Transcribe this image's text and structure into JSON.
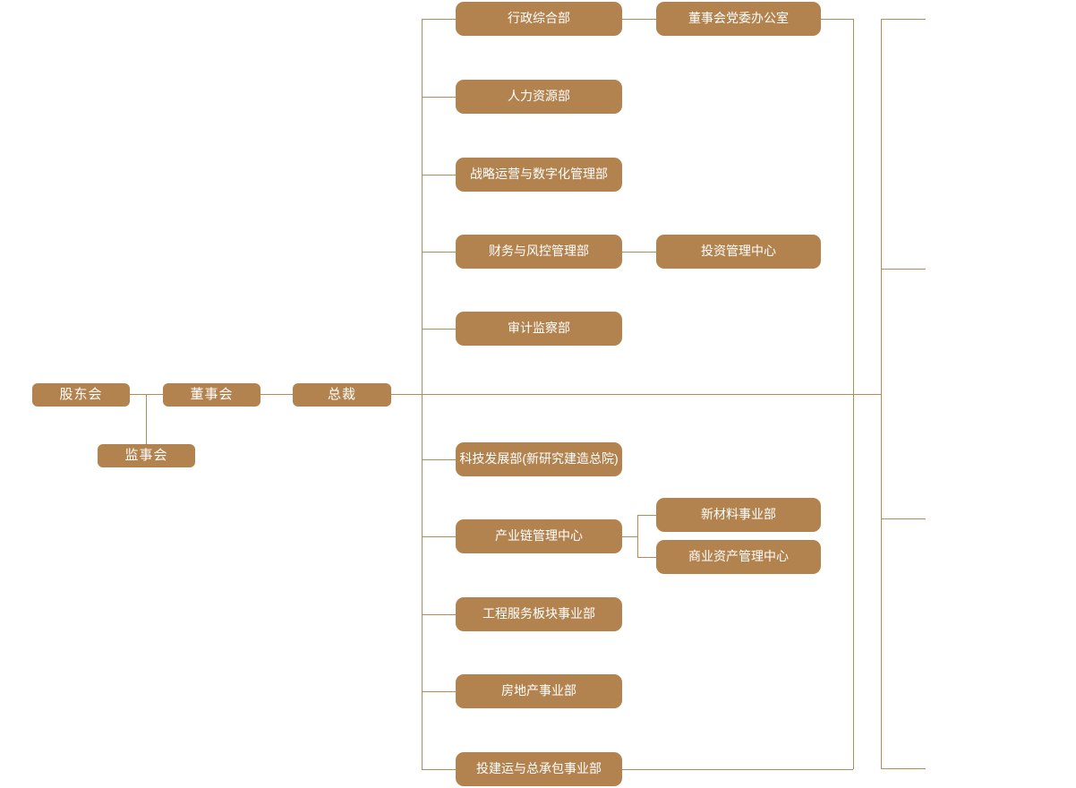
{
  "org_chart": {
    "colors": {
      "box_fill": "#b2834e",
      "line": "#b48b55",
      "box_text": "#ffffff",
      "background": "#ffffff"
    },
    "governance": {
      "shareholders": {
        "label": "股东会"
      },
      "board": {
        "label": "董事会"
      },
      "president": {
        "label": "总裁"
      },
      "supervisory": {
        "label": "监事会"
      }
    },
    "departments": [
      {
        "label": "行政综合部"
      },
      {
        "label": "人力资源部"
      },
      {
        "label": "战略运营与数字化管理部"
      },
      {
        "label": "财务与风控管理部"
      },
      {
        "label": "审计监察部"
      },
      {
        "label": "科技发展部(新研究建造总院)"
      },
      {
        "label": "产业链管理中心"
      },
      {
        "label": "工程服务板块事业部"
      },
      {
        "label": "房地产事业部"
      },
      {
        "label": "投建运与总承包事业部"
      }
    ],
    "sub_departments": [
      {
        "label": "董事会党委办公室",
        "parent": "行政综合部"
      },
      {
        "label": "投资管理中心",
        "parent": "财务与风控管理部"
      },
      {
        "label": "新材料事业部",
        "parent": "产业链管理中心"
      },
      {
        "label": "商业资产管理中心",
        "parent": "产业链管理中心"
      }
    ]
  }
}
